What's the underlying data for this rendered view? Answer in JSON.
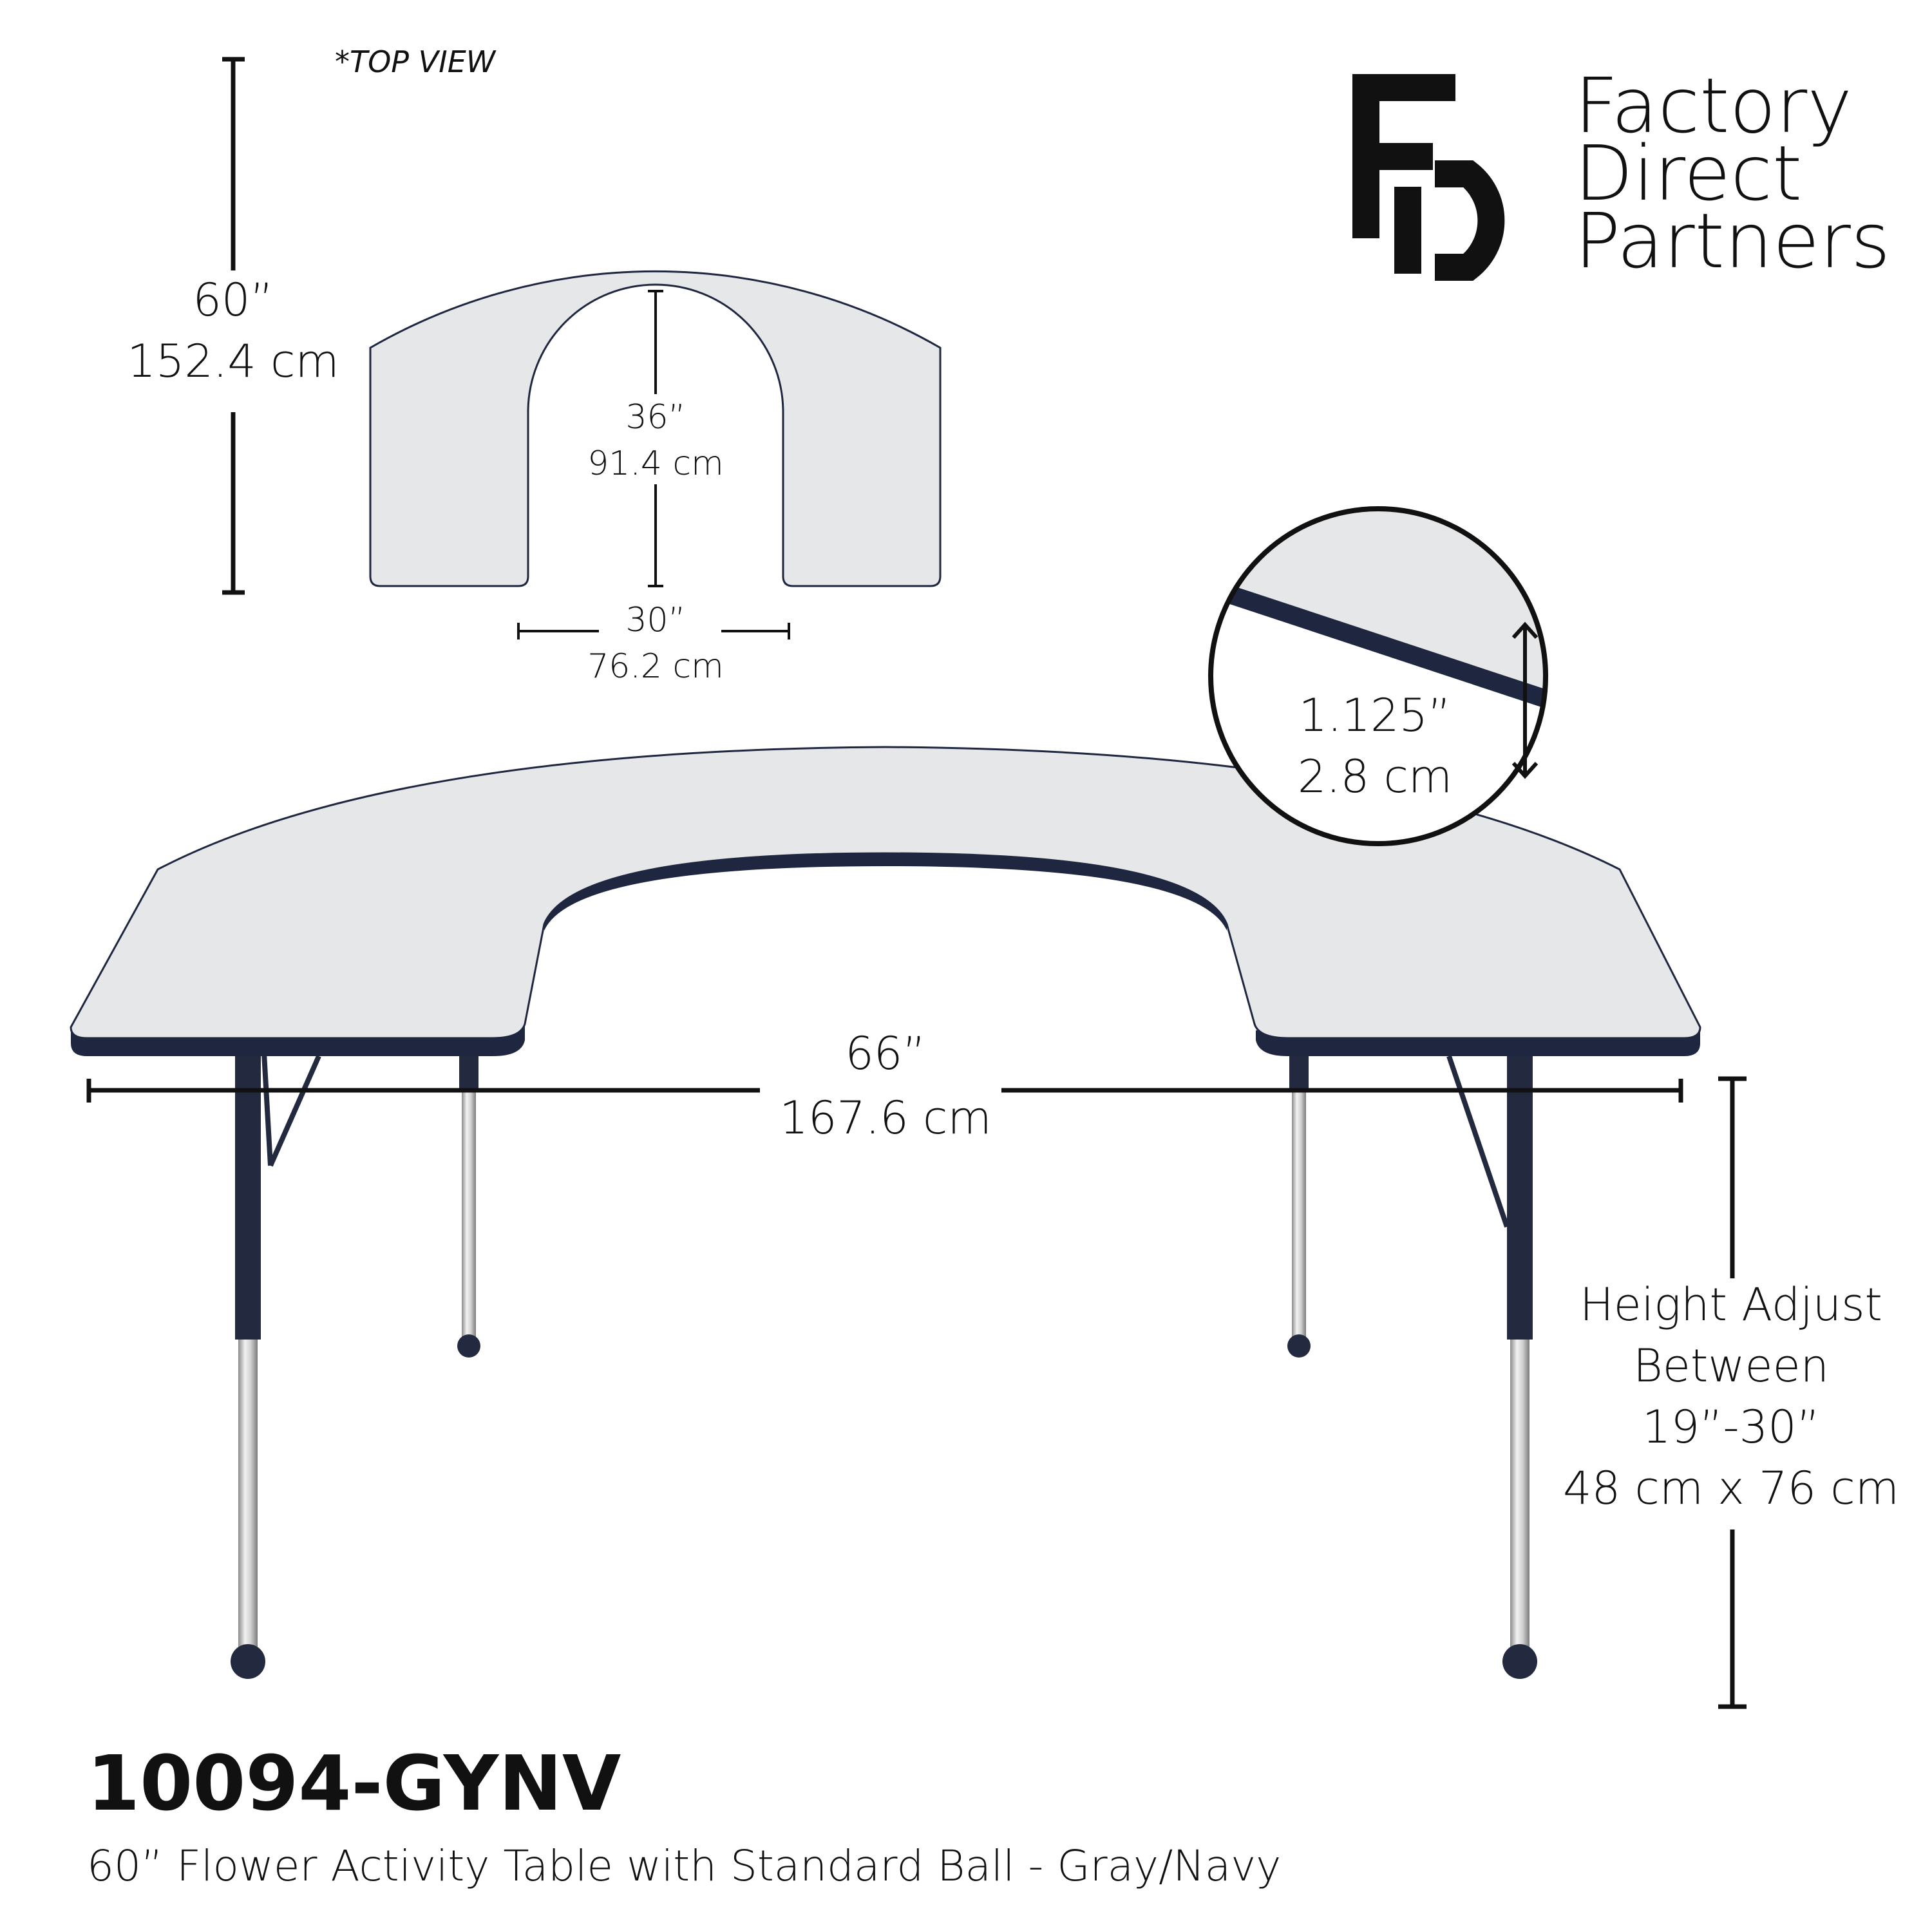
{
  "top_view": {
    "label": "*TOP VIEW",
    "height_in": "60”",
    "height_cm": "152.4 cm",
    "inner_depth_in": "36”",
    "inner_depth_cm": "91.4 cm",
    "opening_in": "30”",
    "opening_cm": "76.2 cm"
  },
  "brand": {
    "line1": "Factory",
    "line2": "Direct",
    "line3": "Partners"
  },
  "edge_detail": {
    "thickness_in": "1.125”",
    "thickness_cm": "2.8 cm"
  },
  "width": {
    "in": "66”",
    "cm": "167.6 cm"
  },
  "height_adjust": {
    "line1": "Height Adjust",
    "line2": "Between",
    "line3": "19”-30”",
    "line4": "48 cm x 76 cm"
  },
  "product": {
    "sku": "10094-GYNV",
    "description": "60” Flower Activity Table with Standard Ball - Gray/Navy"
  },
  "colors": {
    "top": "#e6e7e9",
    "edge": "#1f2740",
    "leg_navy": "#232a40",
    "chrome": "#c8c8c8",
    "text": "#111111"
  }
}
